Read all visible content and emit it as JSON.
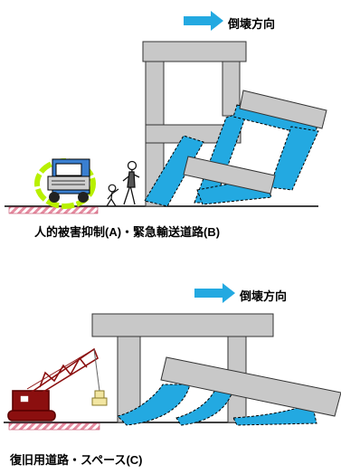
{
  "figures": [
    {
      "arrow_label": "倒壊方向",
      "caption": "人的被害抑制(A)・緊急輸送道路(B)"
    },
    {
      "arrow_label": "倒壊方向",
      "caption": "復旧用道路・スペース(C)"
    }
  ],
  "colors": {
    "concrete": "#c8c8c8",
    "collapse_blue": "#23a9e1",
    "truck_blue": "#3a7fd0",
    "crane_red": "#8b0f0f",
    "hatch_pink": "#e58ca0",
    "aura_green": "#b8f000"
  }
}
